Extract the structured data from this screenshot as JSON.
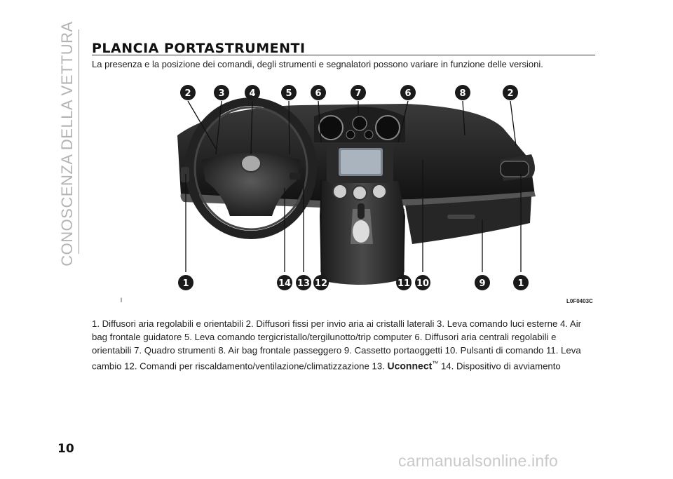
{
  "side_tab": {
    "label": "CONOSCENZA DELLA VETTURA"
  },
  "section": {
    "title": "PLANCIA PORTASTRUMENTI",
    "subtitle": "La presenza e la posizione dei comandi, degli strumenti e segnalatori possono variare in funzione delle versioni."
  },
  "figure": {
    "marker": "l",
    "code": "L0F0403C",
    "callouts_top": [
      "2",
      "3",
      "4",
      "5",
      "6",
      "7",
      "6",
      "8",
      "2"
    ],
    "callouts_bottom": [
      "1",
      "14",
      "13",
      "12",
      "11",
      "10",
      "9",
      "1"
    ]
  },
  "caption": {
    "text_1": "1. Diffusori aria regolabili e orientabili 2. Diffusori fissi per invio aria ai cristalli laterali 3. Leva comando luci esterne 4. Air bag frontale guidatore 5. Leva comando tergicristallo/tergilunotto/trip computer 6. Diffusori aria centrali regolabili e orientabili 7. Quadro strumenti 8. Air bag frontale passeggero 9. Cassetto portaoggetti 10. Pulsanti di comando 11. Leva cambio 12. Comandi per riscaldamento/ventilazione/climatizzazione 13. ",
    "brand": "Uconnect",
    "trademark": "™",
    "text_2": " 14. Dispositivo di avviamento"
  },
  "page_number": "10",
  "watermark": "carmanualsonline.info"
}
